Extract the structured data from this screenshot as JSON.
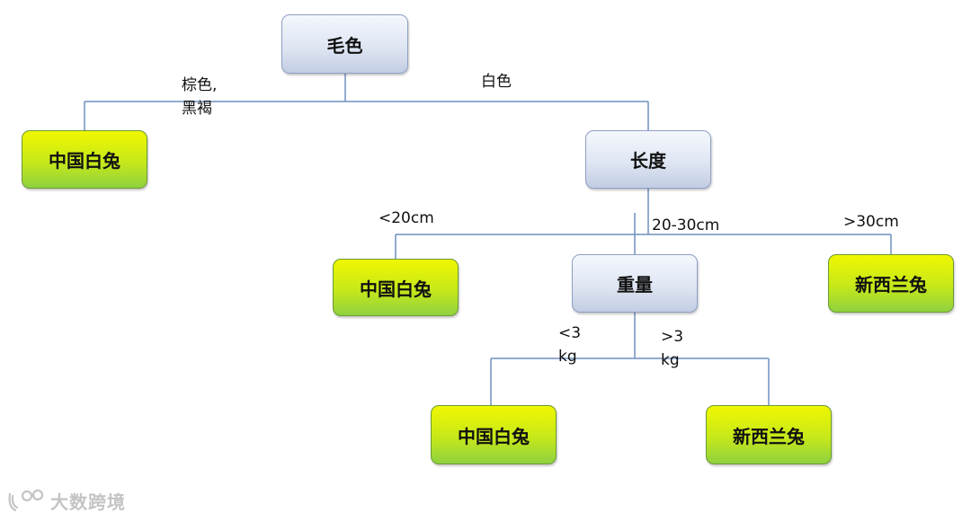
{
  "colors": {
    "line": "#6f8fc0",
    "decision_fill": "#dfe6f3",
    "leaf_fill": "#c6e81a"
  },
  "nodes": {
    "root": "毛色",
    "length": "长度",
    "weight": "重量",
    "leaf_brown": "中国白兔",
    "leaf_short": "中国白兔",
    "leaf_long": "新西兰兔",
    "leaf_light": "中国白兔",
    "leaf_heavy": "新西兰兔"
  },
  "edges": {
    "brown_line1": "棕色,",
    "brown_line2": "黑褐",
    "white": "白色",
    "lt20": "<20cm",
    "mid": "20-30cm",
    "gt30": ">30cm",
    "lt3_line1": "<3",
    "lt3_line2": "kg",
    "gt3_line1": ">3",
    "gt3_line2": "kg"
  },
  "watermark": {
    "text": "大数跨境",
    "icon": "logo-icon"
  }
}
